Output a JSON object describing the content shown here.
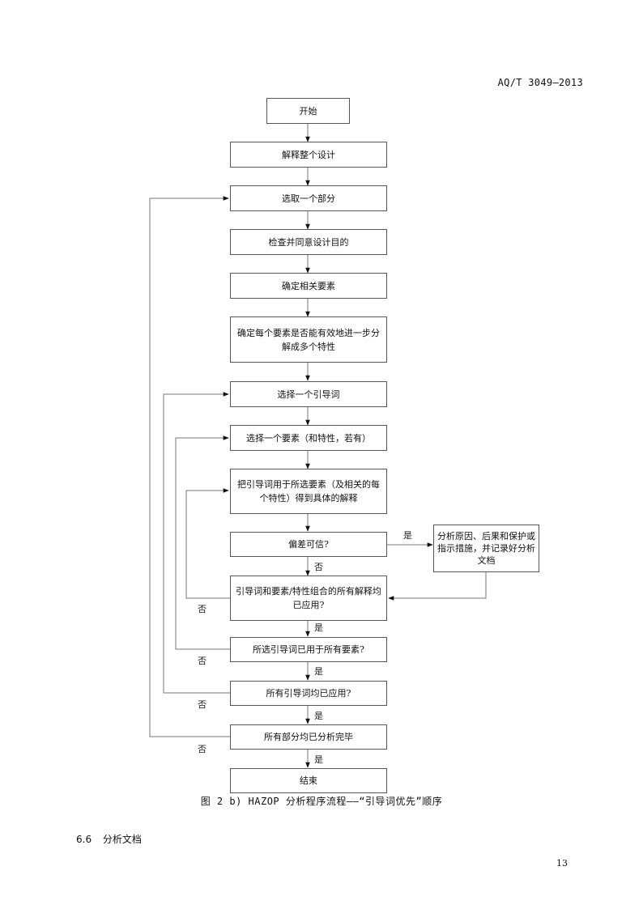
{
  "header": {
    "standard_code": "AQ/T 3049—2013"
  },
  "flowchart": {
    "steps": [
      {
        "id": "start",
        "text": "开始"
      },
      {
        "id": "interpret",
        "text": "解释整个设计"
      },
      {
        "id": "select_part",
        "text": "选取一个部分"
      },
      {
        "id": "check_intent",
        "text": "检查并同意设计目的"
      },
      {
        "id": "identify_elements",
        "text": "确定相关要素"
      },
      {
        "id": "decompose",
        "text": "确定每个要素是否能有效地进一步分解成多个特性"
      },
      {
        "id": "select_guideword",
        "text": "选择一个引导词"
      },
      {
        "id": "select_element",
        "text": "选择一个要素（和特性，若有）"
      },
      {
        "id": "apply_guideword",
        "text": "把引导词用于所选要素（及相关的每个特性）得到具体的解释"
      },
      {
        "id": "deviation_credible",
        "text": "偏差可信?"
      },
      {
        "id": "all_interpretations",
        "text": "引导词和要素/特性组合的所有解释均已应用?"
      },
      {
        "id": "guideword_all_elements",
        "text": "所选引导词已用于所有要素?"
      },
      {
        "id": "all_guidewords",
        "text": "所有引导词均已应用?"
      },
      {
        "id": "all_parts",
        "text": "所有部分均已分析完毕"
      },
      {
        "id": "end",
        "text": "结束"
      }
    ],
    "side_box": {
      "text": "分析原因、后果和保护或指示措施，并记录好分析文档"
    },
    "labels": {
      "yes": "是",
      "no": "否"
    }
  },
  "caption": "图 2 b)  HAZOP 分析程序流程——“引导词优先”顺序",
  "section": {
    "number": "6.6",
    "title": "分析文档"
  },
  "page_number": "13"
}
